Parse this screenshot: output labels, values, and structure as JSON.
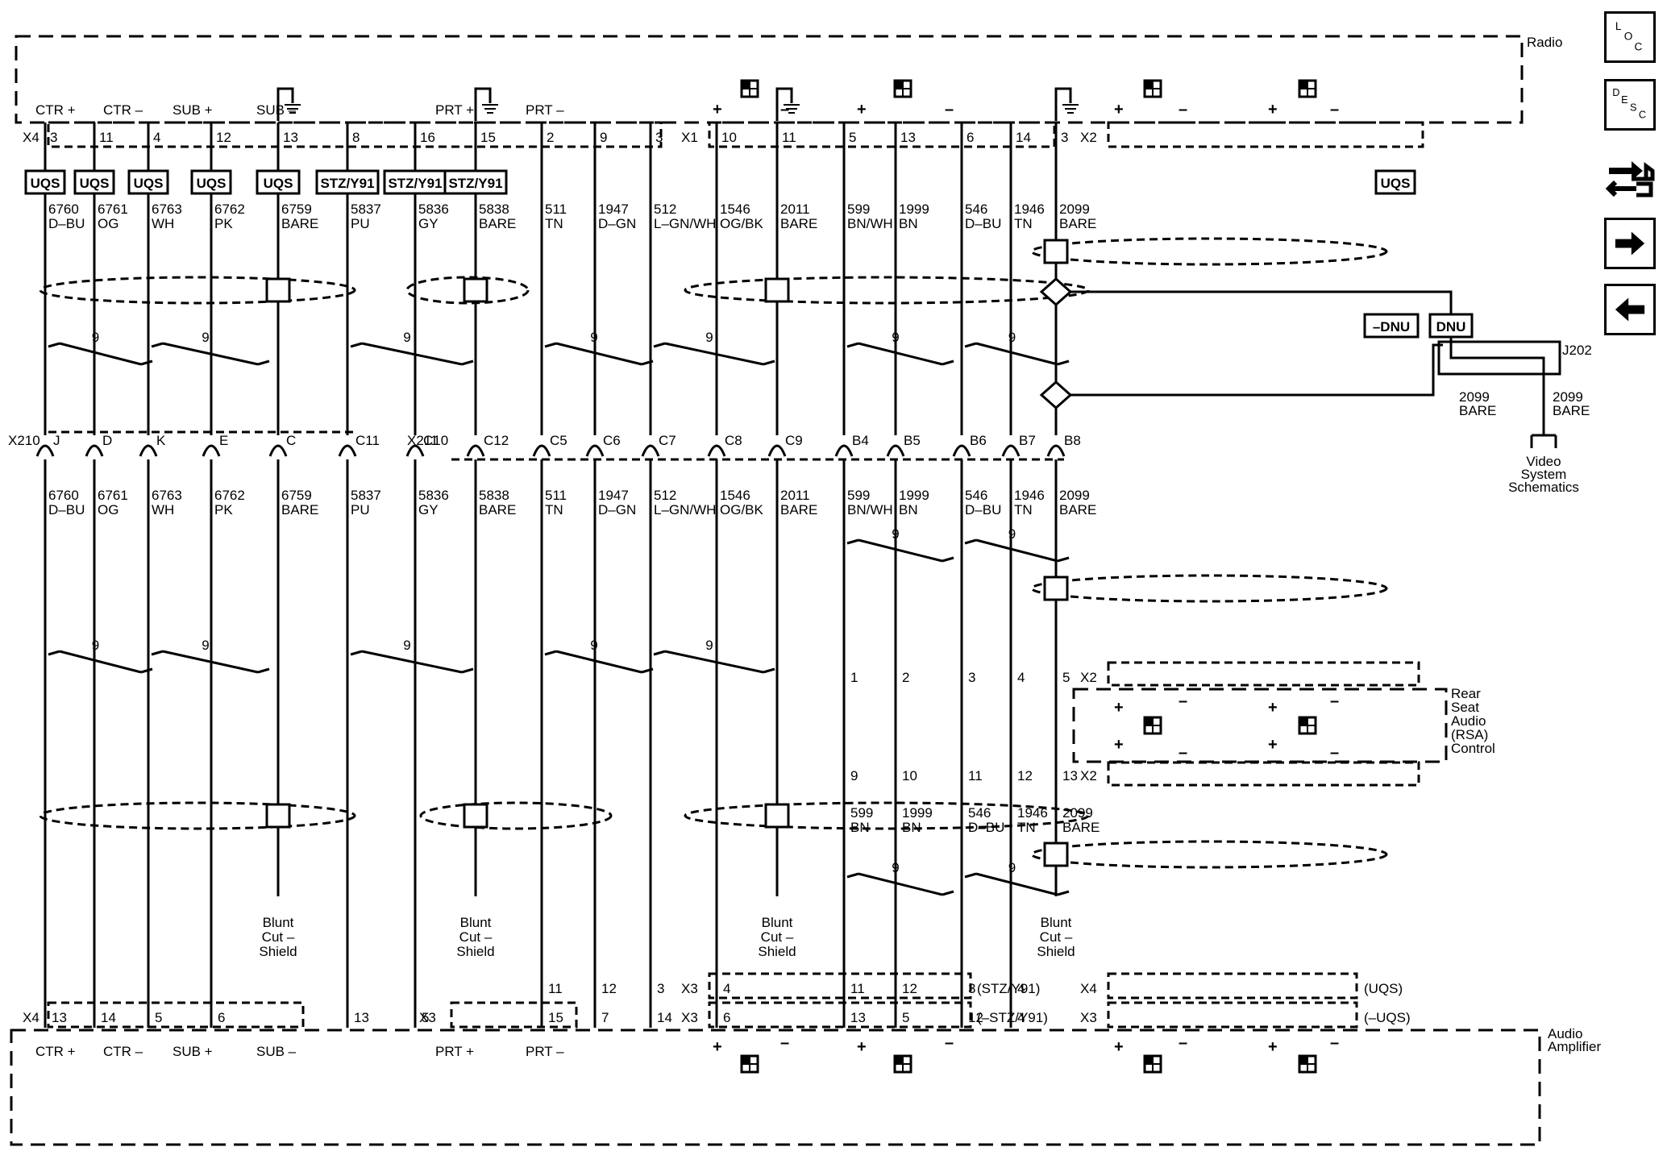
{
  "sidebar": {
    "loc_label": [
      "L",
      "O",
      "C"
    ],
    "desc_label": [
      "D",
      "E",
      "S",
      "C"
    ],
    "icons": [
      "loc-icon",
      "desc-icon",
      "connector-end-view-icon",
      "next-arrow-icon",
      "previous-arrow-icon"
    ]
  },
  "radio": {
    "label": "Radio"
  },
  "amplifier": {
    "label": [
      "Audio",
      "Amplifier"
    ]
  },
  "rsa": {
    "label": [
      "Rear",
      "Seat",
      "Audio",
      "(RSA)",
      "Control"
    ]
  },
  "video": {
    "label": [
      "Video",
      "System",
      "Schematics"
    ]
  },
  "connectors": {
    "x4_top": "X4",
    "x1_top": "X1",
    "x2_top": "X2",
    "x210": "X210",
    "x211": "X211",
    "x4_bot": "X4",
    "x3_bot": "X3",
    "x3_mid1": "X3",
    "x3_mid2": "X3",
    "x4_mid": "X4",
    "x3_mid3": "X3",
    "x2_rsa_top": "X2",
    "x2_rsa_bot": "X2",
    "j202": "J202",
    "stz_note": "(STZ/Y91)",
    "nstz_note": "(–STZ/Y91)",
    "uqs_note": "(UQS)",
    "nuqs_note": "(–UQS)"
  },
  "radio_top_labels": [
    "CTR +",
    "CTR –",
    "SUB +",
    "SUB –",
    "PRT +",
    "PRT –"
  ],
  "amp_bottom_labels": [
    "CTR +",
    "CTR –",
    "SUB +",
    "SUB –",
    "PRT +",
    "PRT –"
  ],
  "option_boxes": [
    "UQS",
    "UQS",
    "UQS",
    "UQS",
    "UQS",
    "STZ/Y91",
    "STZ/Y91",
    "STZ/Y91",
    "UQS",
    "–DNU",
    "DNU"
  ],
  "twist_count": "9",
  "blunt_cut_label": [
    "Blunt",
    "Cut –",
    "Shield"
  ],
  "wires": [
    {
      "top_pin": "3",
      "circuit": "6760",
      "color": "D–BU",
      "inline": "J",
      "bot_conn": "X4",
      "bot_pin": "13"
    },
    {
      "top_pin": "11",
      "circuit": "6761",
      "color": "OG",
      "inline": "D",
      "bot_conn": "X4",
      "bot_pin": "14"
    },
    {
      "top_pin": "4",
      "circuit": "6763",
      "color": "WH",
      "inline": "K",
      "bot_conn": "X4",
      "bot_pin": "5"
    },
    {
      "top_pin": "12",
      "circuit": "6762",
      "color": "PK",
      "inline": "E",
      "bot_conn": "X4",
      "bot_pin": "6"
    },
    {
      "top_pin": "13",
      "circuit": "6759",
      "color": "BARE",
      "inline": "C",
      "bot_conn": "",
      "bot_pin": ""
    },
    {
      "top_pin": "8",
      "circuit": "5837",
      "color": "PU",
      "inline": "C11",
      "bot_conn": "X3",
      "bot_pin": "13"
    },
    {
      "top_pin": "16",
      "circuit": "5836",
      "color": "GY",
      "inline": "C10",
      "bot_conn": "X3",
      "bot_pin": "5"
    },
    {
      "top_pin": "15",
      "circuit": "5838",
      "color": "BARE",
      "inline": "C12",
      "bot_conn": "",
      "bot_pin": ""
    },
    {
      "top_pin": "2",
      "circuit": "511",
      "color": "TN",
      "inline": "C5",
      "stz_pin": "11",
      "nstz_pin": "15"
    },
    {
      "top_pin": "9",
      "circuit": "1947",
      "color": "D–GN",
      "inline": "C6",
      "stz_pin": "12",
      "nstz_pin": "7"
    },
    {
      "top_pin": "3",
      "circuit": "512",
      "color": "L–GN/WH",
      "inline": "C7",
      "stz_pin": "3",
      "nstz_pin": "14"
    },
    {
      "top_pin": "10",
      "circuit": "1546",
      "color": "OG/BK",
      "inline": "C8",
      "stz_pin": "4",
      "nstz_pin": "6"
    },
    {
      "top_pin": "11",
      "circuit": "2011",
      "color": "BARE",
      "inline": "C9"
    },
    {
      "top_pin": "5",
      "circuit": "599",
      "color": "BN/WH",
      "inline": "B4",
      "rsa_in": "1",
      "rsa_out": "9",
      "out_circuit": "599",
      "out_color": "BN",
      "uqs_pin": "11",
      "nuqs_pin": "13"
    },
    {
      "top_pin": "13",
      "circuit": "1999",
      "color": "BN",
      "inline": "B5",
      "rsa_in": "2",
      "rsa_out": "10",
      "out_circuit": "1999",
      "out_color": "BN",
      "uqs_pin": "12",
      "nuqs_pin": "5"
    },
    {
      "top_pin": "6",
      "circuit": "546",
      "color": "D–BU",
      "inline": "B6",
      "rsa_in": "3",
      "rsa_out": "11",
      "out_circuit": "546",
      "out_color": "D–BU",
      "uqs_pin": "3",
      "nuqs_pin": "12"
    },
    {
      "top_pin": "14",
      "circuit": "1946",
      "color": "TN",
      "inline": "B7",
      "rsa_in": "4",
      "rsa_out": "12",
      "out_circuit": "1946",
      "out_color": "TN",
      "uqs_pin": "4",
      "nuqs_pin": "4"
    },
    {
      "top_pin": "3",
      "circuit": "2099",
      "color": "BARE",
      "inline": "B8",
      "rsa_in": "5",
      "rsa_out": "13",
      "out_circuit": "2099",
      "out_color": "BARE"
    }
  ],
  "j202_wires": [
    {
      "circuit": "2099",
      "color": "BARE"
    },
    {
      "circuit": "2099",
      "color": "BARE"
    }
  ]
}
